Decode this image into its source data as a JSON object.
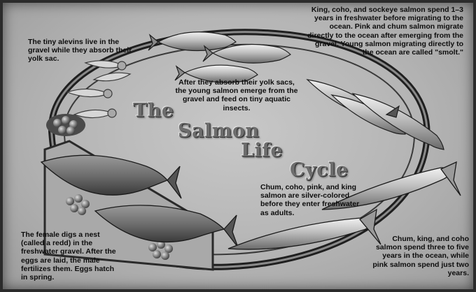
{
  "title_words": [
    "The",
    "Salmon",
    "Life",
    "Cycle"
  ],
  "captions": {
    "alevins": "The tiny alevins live in the gravel while they absorb their yolk sac.",
    "fry": "After they absorb their yolk sacs, the young salmon emerge from the gravel and feed on tiny aquatic insects.",
    "freshwater_years": "King, coho, and sockeye salmon spend 1–3 years in freshwater before migrating to the ocean. Pink and chum salmon migrate directly to the ocean after emerging from the gravel. Young salmon migrating directly to the ocean are called \"smolt.\"",
    "silver": "Chum, coho, pink, and king salmon are silver-colored before they enter freshwater as adults.",
    "ocean_years": "Chum, king, and coho salmon spend three to five years in the ocean, while pink salmon spend just two years.",
    "redd": "The female digs a nest (called a redd) in the freshwater gravel. After the eggs are laid, the male fertilizes them. Eggs hatch in spring."
  },
  "colors": {
    "background": "#b8b8b8",
    "frame": "#2b2b2b",
    "title": "#6d6d6d",
    "text": "#0d0d0d"
  }
}
